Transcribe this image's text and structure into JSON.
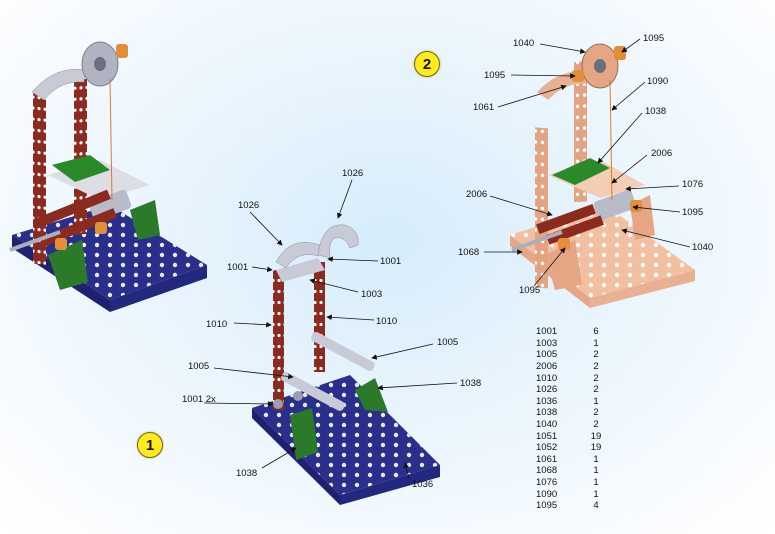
{
  "steps": {
    "step1": "1",
    "step2": "2"
  },
  "colors": {
    "base": "#2a2f8c",
    "strip": "#8b2a1e",
    "bracket": "#2a7a2a",
    "silver": "#b8bcc8",
    "copper": "#e9a985",
    "string": "#e07a2a",
    "badge": "#ffec1a"
  },
  "callouts_step1": {
    "c1026a": "1026",
    "c1026b": "1026",
    "c1001a": "1001",
    "c1001b": "1001",
    "c1003": "1003",
    "c1010a": "1010",
    "c1010b": "1010",
    "c1005a": "1005",
    "c1005b": "1005",
    "c1038a": "1038",
    "c1001x2": "1001 2x",
    "c1038b": "1038",
    "c1036": "1036"
  },
  "callouts_step2": {
    "c1040a": "1040",
    "c1095a": "1095",
    "c1095b": "1095",
    "c1090": "1090",
    "c1061": "1061",
    "c1038": "1038",
    "c2006a": "2006",
    "c2006b": "2006",
    "c1076": "1076",
    "c1095c": "1095",
    "c1040b": "1040",
    "c1068": "1068",
    "c1095d": "1095"
  },
  "parts_list": [
    {
      "id": "1001",
      "qty": "6"
    },
    {
      "id": "1003",
      "qty": "1"
    },
    {
      "id": "1005",
      "qty": "2"
    },
    {
      "id": "2006",
      "qty": "2"
    },
    {
      "id": "1010",
      "qty": "2"
    },
    {
      "id": "1026",
      "qty": "2"
    },
    {
      "id": "1036",
      "qty": "1"
    },
    {
      "id": "1038",
      "qty": "2"
    },
    {
      "id": "1040",
      "qty": "2"
    },
    {
      "id": "1051",
      "qty": "19"
    },
    {
      "id": "1052",
      "qty": "19"
    },
    {
      "id": "1061",
      "qty": "1"
    },
    {
      "id": "1068",
      "qty": "1"
    },
    {
      "id": "1076",
      "qty": "1"
    },
    {
      "id": "1090",
      "qty": "1"
    },
    {
      "id": "1095",
      "qty": "4"
    }
  ]
}
